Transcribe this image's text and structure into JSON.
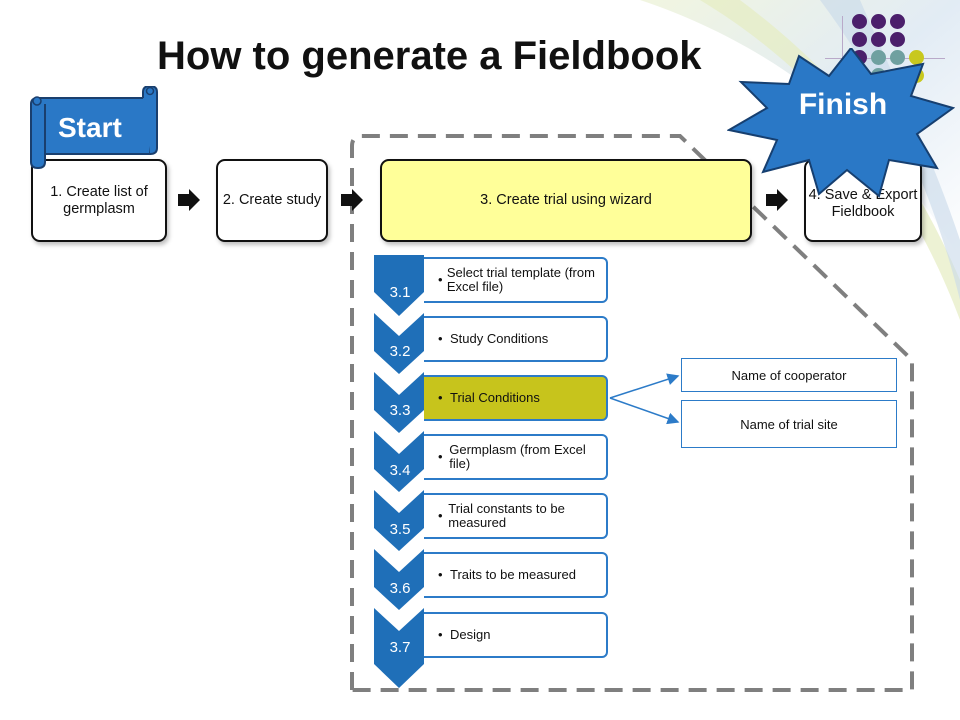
{
  "title": "How to generate a Fieldbook",
  "start_label": "Start",
  "finish_label": "Finish",
  "steps": [
    {
      "label": "1. Create list of germplasm"
    },
    {
      "label": "2. Create study"
    },
    {
      "label": "3. Create trial using wizard"
    },
    {
      "label": "4. Save & Export Fieldbook"
    }
  ],
  "substeps": [
    {
      "num": "3.1",
      "label": "Select trial template (from Excel file)"
    },
    {
      "num": "3.2",
      "label": "Study Conditions"
    },
    {
      "num": "3.3",
      "label": "Trial Conditions",
      "highlight": true
    },
    {
      "num": "3.4",
      "label": "Germplasm (from Excel file)"
    },
    {
      "num": "3.5",
      "label": "Trial constants to be measured"
    },
    {
      "num": "3.6",
      "label": "Traits to be measured"
    },
    {
      "num": "3.7",
      "label": "Design"
    }
  ],
  "trial_conditions_details": [
    {
      "label": "Name of cooperator"
    },
    {
      "label": "Name of trial site"
    }
  ],
  "bullet_char": "•",
  "colors": {
    "substep_blue": "#1f6fb8",
    "substep_border": "#2c7bc8",
    "highlight_olive": "#c7c41c",
    "active_step_yellow": "#ffff99",
    "finish_blue": "#2a78c6",
    "start_blue": "#2a78c6",
    "dot_purple": "#4b1f6b",
    "dot_teal": "#6fa0a0",
    "dot_yellow": "#c8c81e"
  }
}
